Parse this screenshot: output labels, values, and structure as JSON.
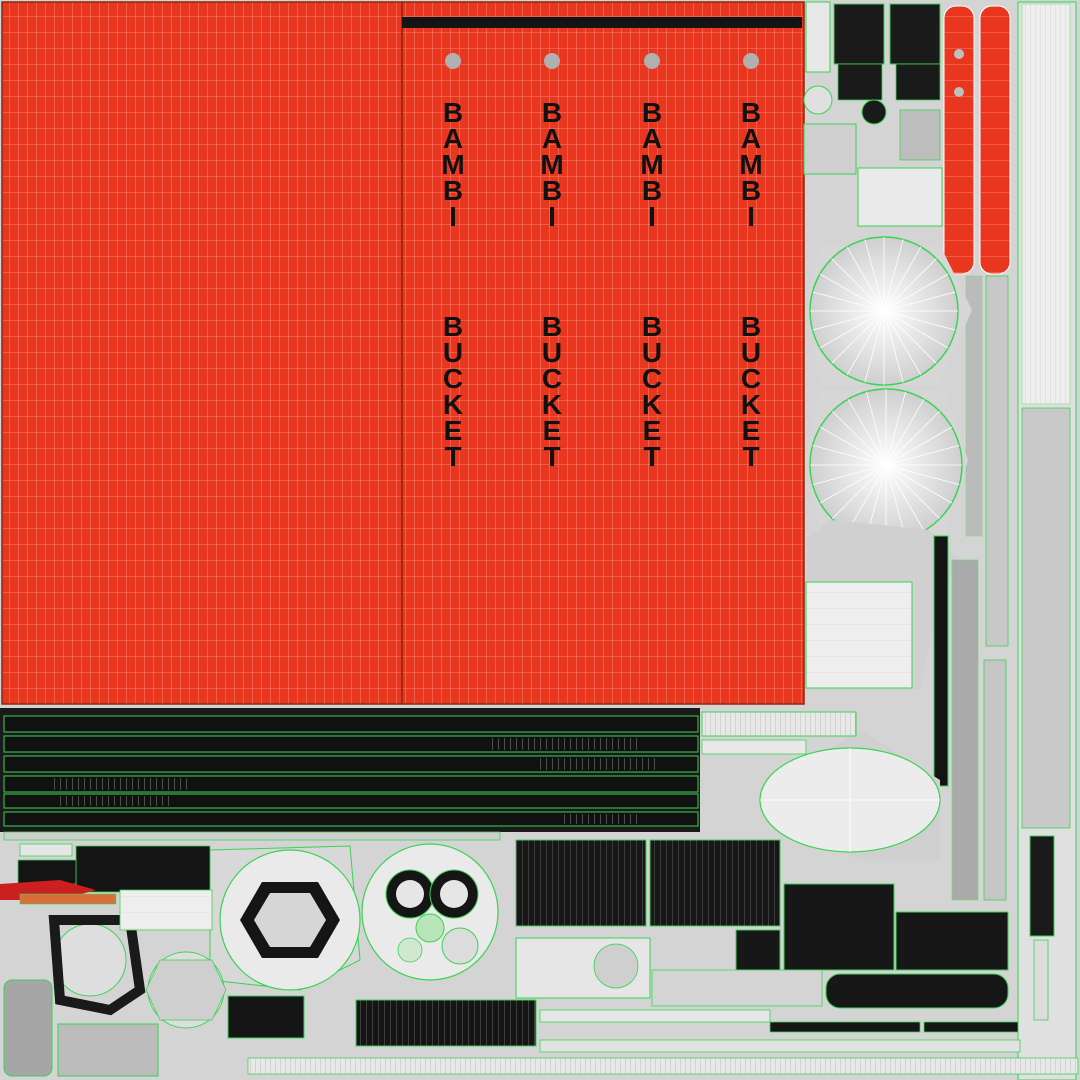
{
  "texture": {
    "label_top": "BAMBI",
    "label_bottom": "BUCKET",
    "label_count": 4
  },
  "colors": {
    "panel_red": "#e8361f",
    "panel_dark": "#151515",
    "wire_green": "#39d353",
    "wire_white": "#f2f2f2",
    "background": "#d9d9d9",
    "text": "#111111"
  }
}
